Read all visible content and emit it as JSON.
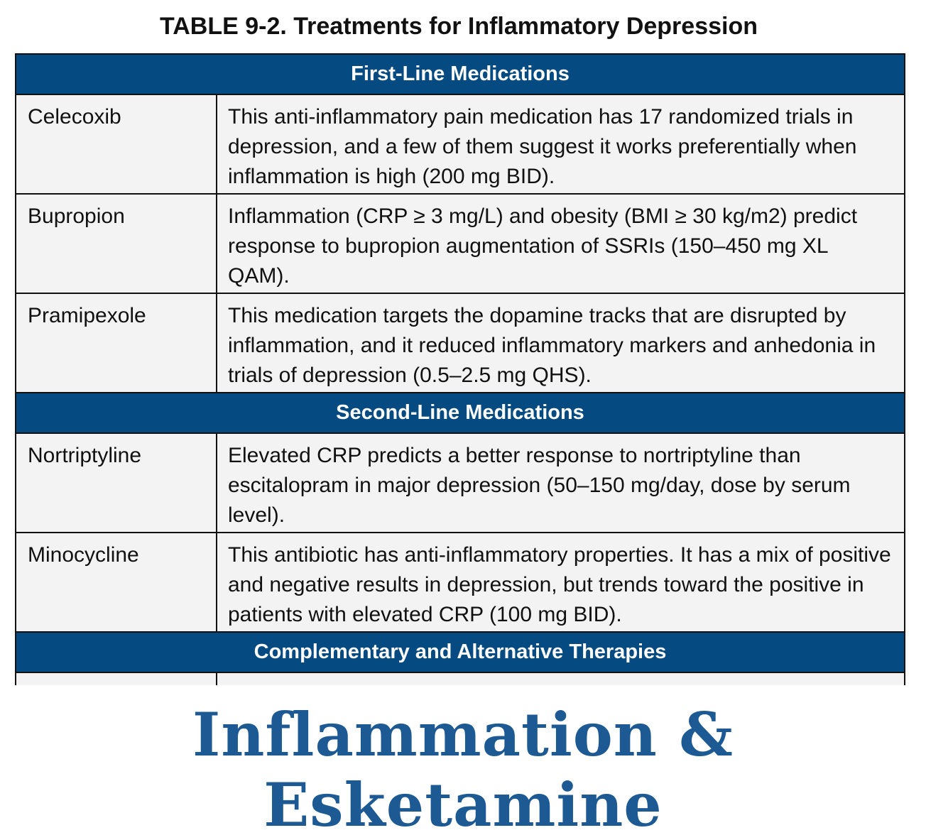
{
  "title": "TABLE 9-2. Treatments for Inflammatory Depression",
  "sections": [
    {
      "heading": "First-Line Medications",
      "rows": [
        {
          "name": "Celecoxib",
          "description": "This anti-inflammatory pain medication has 17 randomized trials in depression, and a few of them suggest it works preferentially when inflammation is high (200 mg BID)."
        },
        {
          "name": "Bupropion",
          "description": "Inflammation (CRP ≥ 3 mg/L) and obesity (BMI ≥ 30 kg/m2) predict response to bupropion augmentation of SSRIs (150–450 mg XL QAM)."
        },
        {
          "name": "Pramipexole",
          "description": "This medication targets the dopamine tracks that are disrupted by inflammation, and it reduced inflammatory markers and anhedonia in trials of depression (0.5–2.5 mg QHS)."
        }
      ]
    },
    {
      "heading": "Second-Line Medications",
      "rows": [
        {
          "name": "Nortriptyline",
          "description": "Elevated CRP predicts a better response to nortriptyline than escitalopram in major depression (50–150 mg/day, dose by serum level)."
        },
        {
          "name": "Minocycline",
          "description": "This antibiotic has anti-inflammatory properties. It has a mix of positive and negative results in depression, but trends toward the positive in patients with elevated CRP (100 mg BID)."
        }
      ]
    },
    {
      "heading": "Complementary and Alternative Therapies",
      "rows": []
    }
  ],
  "banner": "Inflammation & Esketamine",
  "colors": {
    "header": "#054a80",
    "cell": "#f3f3f3",
    "banner": "#1d5a94"
  }
}
